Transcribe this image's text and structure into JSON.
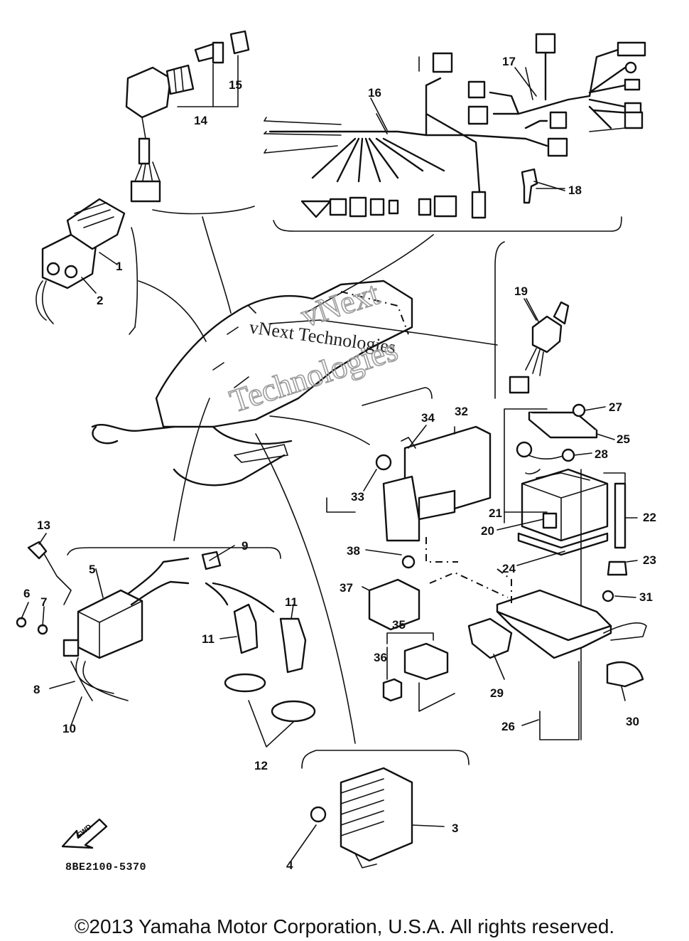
{
  "diagram": {
    "callouts": [
      {
        "id": "1",
        "label": "1"
      },
      {
        "id": "2",
        "label": "2"
      },
      {
        "id": "3",
        "label": "3"
      },
      {
        "id": "4",
        "label": "4"
      },
      {
        "id": "5",
        "label": "5"
      },
      {
        "id": "6",
        "label": "6"
      },
      {
        "id": "7",
        "label": "7"
      },
      {
        "id": "8",
        "label": "8"
      },
      {
        "id": "9",
        "label": "9"
      },
      {
        "id": "10",
        "label": "10"
      },
      {
        "id": "11a",
        "label": "11"
      },
      {
        "id": "11b",
        "label": "11"
      },
      {
        "id": "12",
        "label": "12"
      },
      {
        "id": "13",
        "label": "13"
      },
      {
        "id": "14",
        "label": "14"
      },
      {
        "id": "15",
        "label": "15"
      },
      {
        "id": "16",
        "label": "16"
      },
      {
        "id": "17",
        "label": "17"
      },
      {
        "id": "18",
        "label": "18"
      },
      {
        "id": "19",
        "label": "19"
      },
      {
        "id": "20",
        "label": "20"
      },
      {
        "id": "21",
        "label": "21"
      },
      {
        "id": "22",
        "label": "22"
      },
      {
        "id": "23",
        "label": "23"
      },
      {
        "id": "24",
        "label": "24"
      },
      {
        "id": "25",
        "label": "25"
      },
      {
        "id": "26",
        "label": "26"
      },
      {
        "id": "27",
        "label": "27"
      },
      {
        "id": "28",
        "label": "28"
      },
      {
        "id": "29",
        "label": "29"
      },
      {
        "id": "30",
        "label": "30"
      },
      {
        "id": "31",
        "label": "31"
      },
      {
        "id": "32",
        "label": "32"
      },
      {
        "id": "33",
        "label": "33"
      },
      {
        "id": "34",
        "label": "34"
      },
      {
        "id": "35",
        "label": "35"
      },
      {
        "id": "36",
        "label": "36"
      },
      {
        "id": "37",
        "label": "37"
      },
      {
        "id": "38",
        "label": "38"
      }
    ],
    "watermark_line1": "vNext Technologies",
    "watermark_line2a": "vNext",
    "watermark_line2b": "Technologies",
    "fwd_label": "FWD",
    "part_code": "8BE2100-5370"
  },
  "footer": {
    "copyright": "©2013 Yamaha Motor Corporation, U.S.A. All rights reserved."
  }
}
